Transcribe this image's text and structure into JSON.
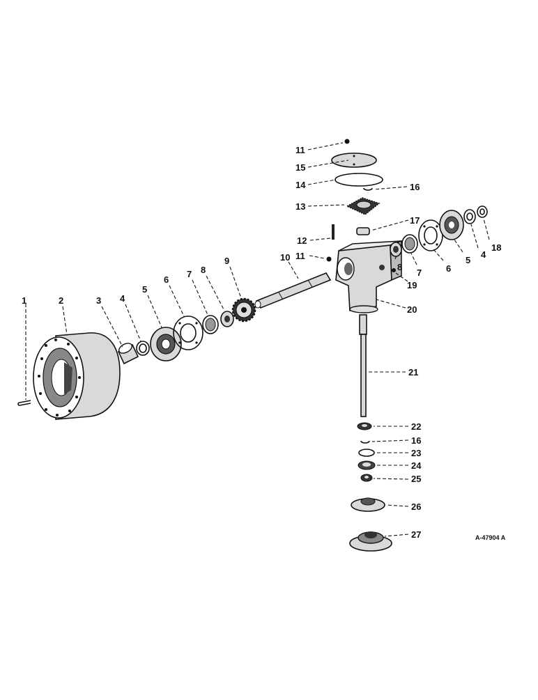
{
  "drawing_code": "A-47904 A",
  "callouts": [
    "1",
    "2",
    "3",
    "4",
    "5",
    "6",
    "7",
    "8",
    "9",
    "10",
    "11",
    "11",
    "12",
    "13",
    "14",
    "15",
    "16",
    "16",
    "17",
    "4",
    "5",
    "6",
    "7",
    "8",
    "18",
    "19",
    "20",
    "21",
    "22",
    "23",
    "24",
    "25",
    "26",
    "27"
  ]
}
